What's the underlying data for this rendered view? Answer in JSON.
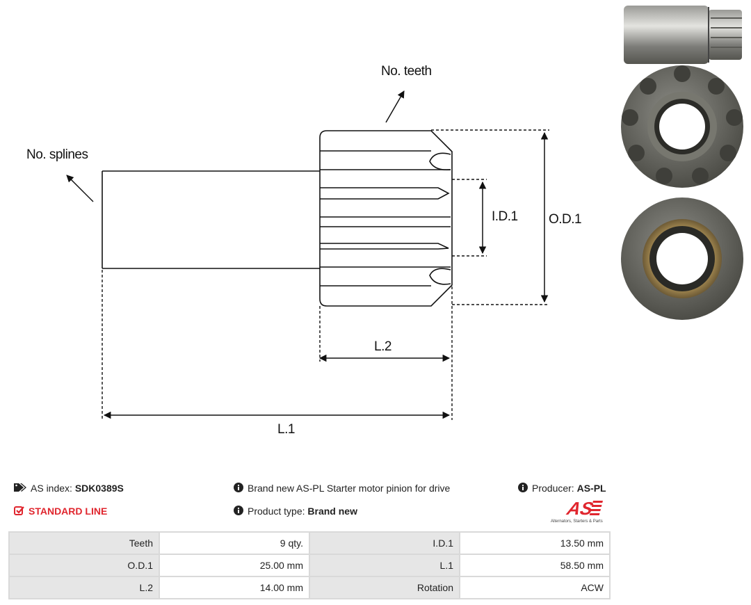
{
  "drawing": {
    "labels": {
      "no_teeth": "No. teeth",
      "no_splines": "No. splines",
      "id1": "I.D.1",
      "od1": "O.D.1",
      "l2": "L.2",
      "l1": "L.1"
    }
  },
  "photos": {
    "items": [
      "pinion-side-view",
      "pinion-front-view",
      "pinion-back-view"
    ]
  },
  "info": {
    "as_index_label": "AS index:",
    "as_index_value": "SDK0389S",
    "standard_line": "STANDARD LINE",
    "description": "Brand new AS-PL Starter motor pinion for drive",
    "product_type_label": "Product type:",
    "product_type_value": "Brand new",
    "producer_label": "Producer:",
    "producer_value": "AS-PL",
    "logo_tagline": "Alternators, Starters & Parts",
    "logo_mark": "AS"
  },
  "specs": [
    [
      {
        "k": "Teeth",
        "v": "9 qty."
      },
      {
        "k": "I.D.1",
        "v": "13.50 mm"
      }
    ],
    [
      {
        "k": "O.D.1",
        "v": "25.00 mm"
      },
      {
        "k": "L.1",
        "v": "58.50 mm"
      }
    ],
    [
      {
        "k": "L.2",
        "v": "14.00 mm"
      },
      {
        "k": "Rotation",
        "v": "ACW"
      }
    ]
  ],
  "colors": {
    "accent": "#e0262e",
    "table_key_bg": "#e6e6e6",
    "table_border": "#d9d9d9"
  }
}
